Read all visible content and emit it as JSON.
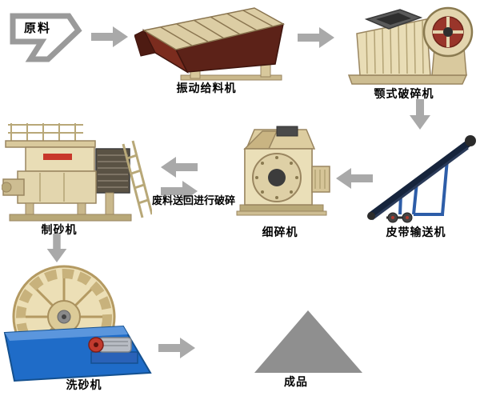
{
  "diagram": {
    "title": "sand-production-line-flow",
    "nodes": {
      "raw_material": "原料",
      "vibrating_feeder": "振动给料机",
      "jaw_crusher": "颚式破碎机",
      "belt_conveyor": "皮带输送机",
      "fine_crusher": "细碎机",
      "sand_maker": "制砂机",
      "sand_washer": "洗砂机",
      "finished_product": "成品",
      "recycle_note": "废料送回进行破碎"
    },
    "colors": {
      "arrow_gray": "#a9a9a9",
      "machine_beige": "#e9ddb6",
      "machine_beige_dark": "#d6c49a",
      "feeder_maroon": "#5c2218",
      "conveyor_navy": "#16243c",
      "conveyor_frame_blue": "#2d5da8",
      "washer_blue": "#1f6cc8",
      "flywheel_red": "#99352a",
      "product_gray": "#8f8f8f",
      "label_text": "#000000"
    }
  }
}
